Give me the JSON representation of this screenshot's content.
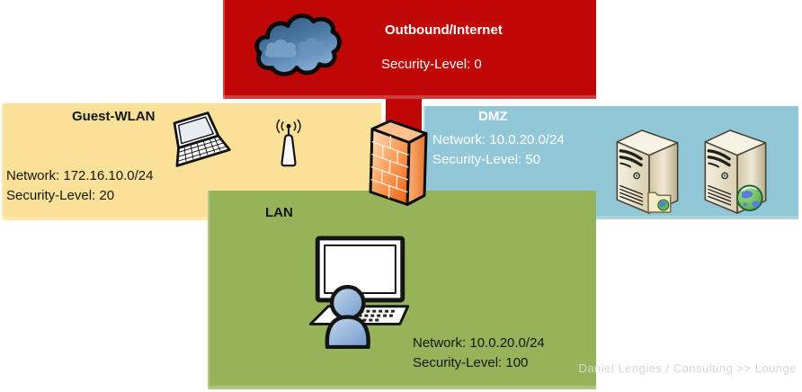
{
  "zones": {
    "internet": {
      "title": "Outbound/Internet",
      "security": "Security-Level: 0",
      "color": "#c00707"
    },
    "guest_wlan": {
      "title": "Guest-WLAN",
      "network": "Network: 172.16.10.0/24",
      "security": "Security-Level: 20",
      "color": "#fbe197"
    },
    "dmz": {
      "title": "DMZ",
      "network": "Network: 10.0.20.0/24",
      "security": "Security-Level: 50",
      "color": "#92c7d8"
    },
    "lan": {
      "title": "LAN",
      "network": "Network: 10.0.20.0/24",
      "security": "Security-Level: 100",
      "color": "#97b35a"
    }
  },
  "icons": {
    "internet": "cloud-icon",
    "guest_wlan": [
      "laptop-icon",
      "wifi-antenna-icon"
    ],
    "boundary": "firewall-icon",
    "dmz": [
      "file-server-icon",
      "web-server-icon"
    ],
    "lan": "user-workstation-icon"
  },
  "watermark": "Daniel Lengies / Consulting >> Lounge"
}
